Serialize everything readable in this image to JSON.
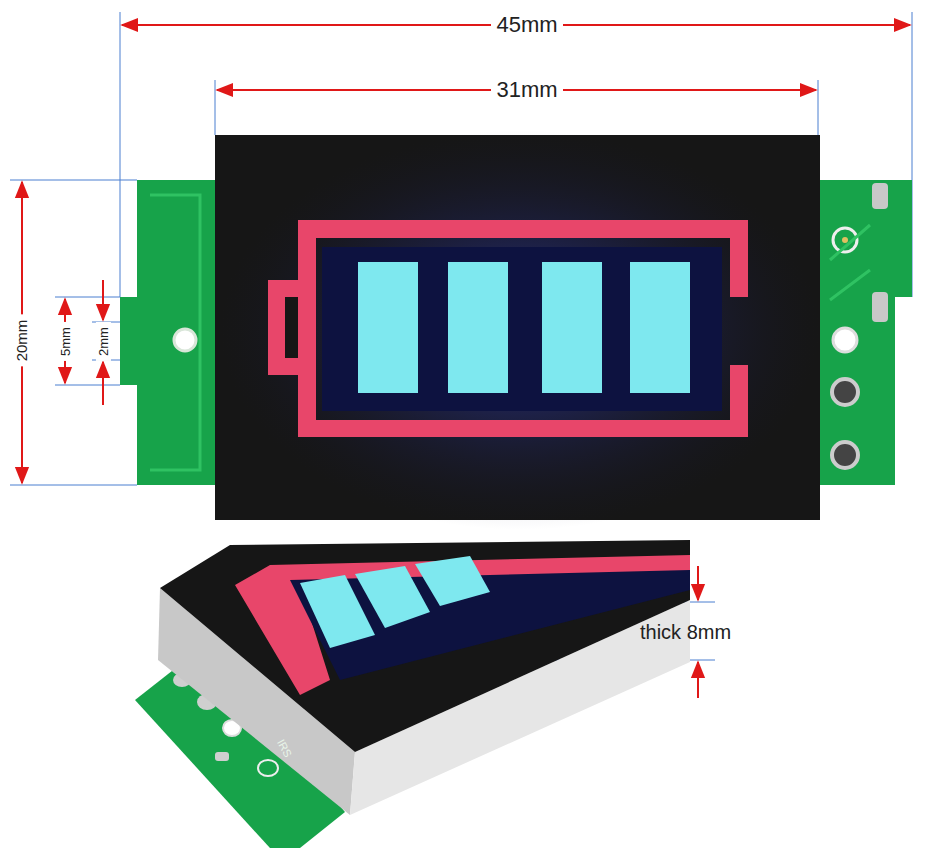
{
  "diagram": {
    "labels": [
      "45mm",
      "31mm",
      "20mm",
      "5mm",
      "2mm",
      "thick 8mm",
      "IRS"
    ]
  }
}
